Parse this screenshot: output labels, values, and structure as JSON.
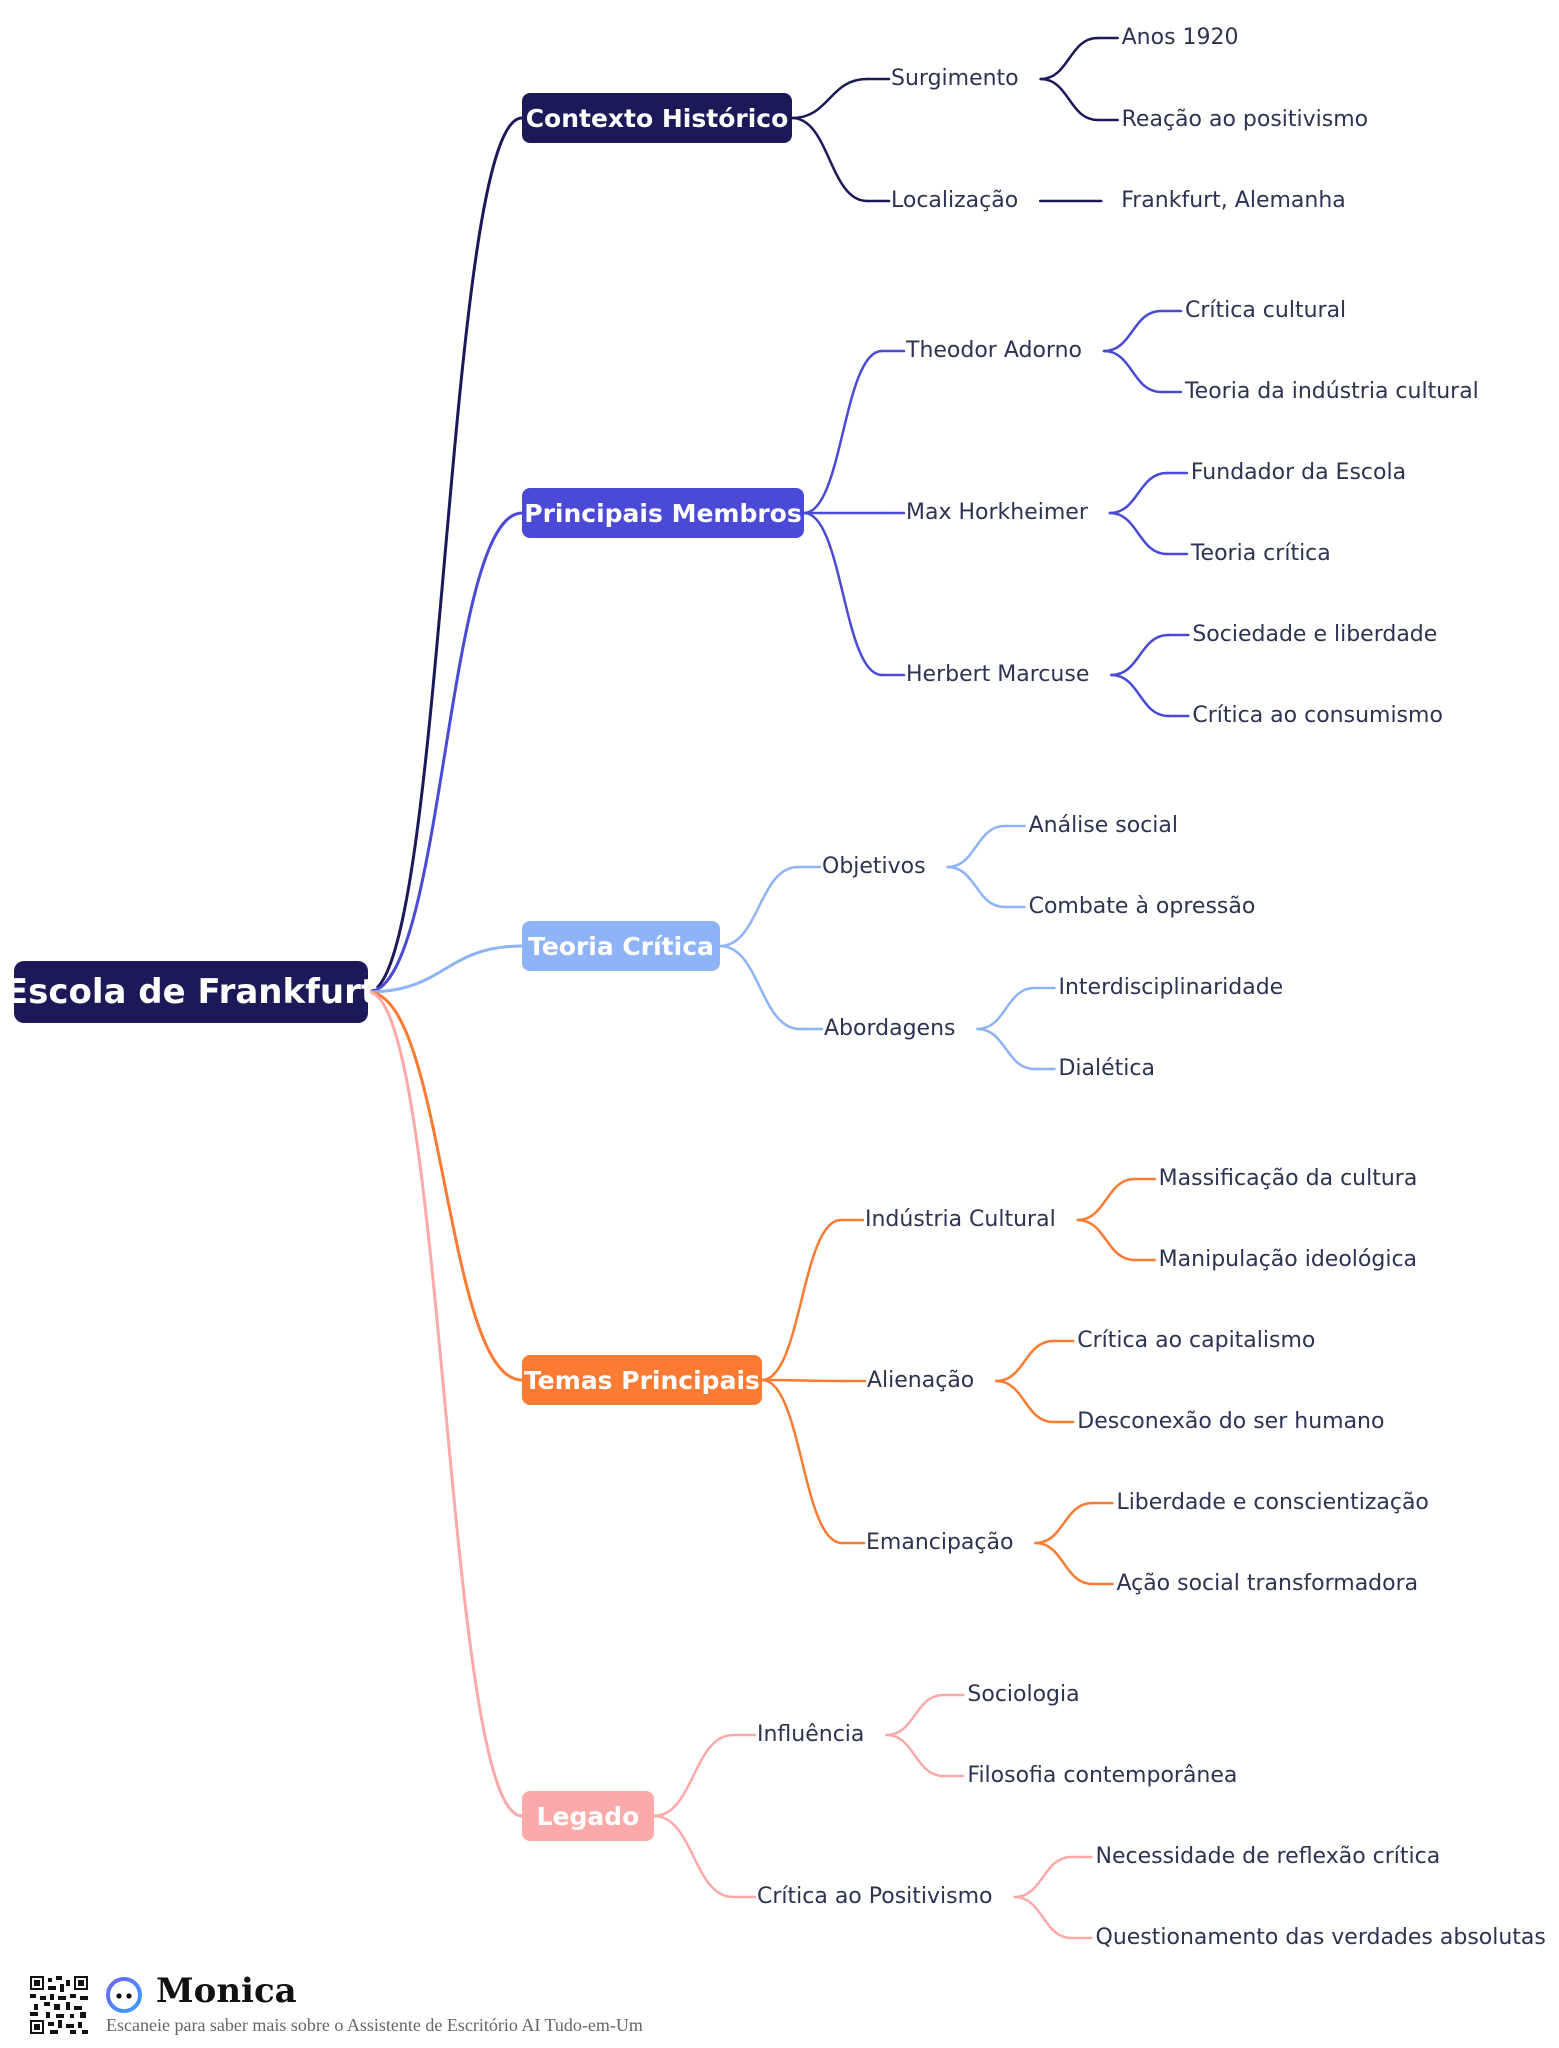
{
  "root": {
    "label": "Escola de Frankfurt",
    "color": "#1b1957"
  },
  "branches": [
    {
      "label": "Contexto Histórico",
      "color": "#1b1957",
      "children": [
        {
          "label": "Surgimento",
          "children": [
            "Anos 1920",
            "Reação ao positivismo"
          ]
        },
        {
          "label": "Localização",
          "children": [
            "Frankfurt, Alemanha"
          ]
        }
      ]
    },
    {
      "label": "Principais Membros",
      "color": "#4a4ad6",
      "children": [
        {
          "label": "Theodor Adorno",
          "children": [
            "Crítica cultural",
            "Teoria da indústria cultural"
          ]
        },
        {
          "label": "Max Horkheimer",
          "children": [
            "Fundador da Escola",
            "Teoria crítica"
          ]
        },
        {
          "label": "Herbert Marcuse",
          "children": [
            "Sociedade e liberdade",
            "Crítica ao consumismo"
          ]
        }
      ]
    },
    {
      "label": "Teoria Crítica",
      "color": "#8fb3f7",
      "children": [
        {
          "label": "Objetivos",
          "children": [
            "Análise social",
            "Combate à opressão"
          ]
        },
        {
          "label": "Abordagens",
          "children": [
            "Interdisciplinaridade",
            "Dialética"
          ]
        }
      ]
    },
    {
      "label": "Temas Principais",
      "color": "#fb7b32",
      "children": [
        {
          "label": "Indústria Cultural",
          "children": [
            "Massificação da cultura",
            "Manipulação ideológica"
          ]
        },
        {
          "label": "Alienação",
          "children": [
            "Crítica ao capitalismo",
            "Desconexão do ser humano"
          ]
        },
        {
          "label": "Emancipação",
          "children": [
            "Liberdade e conscientização",
            "Ação social transformadora"
          ]
        }
      ]
    },
    {
      "label": "Legado",
      "color": "#fbaaa9",
      "children": [
        {
          "label": "Influência",
          "children": [
            "Sociologia",
            "Filosofia contemporânea"
          ]
        },
        {
          "label": "Crítica ao Positivismo",
          "children": [
            "Necessidade de reflexão crítica",
            "Questionamento das verdades absolutas"
          ]
        }
      ]
    }
  ],
  "footer": {
    "brand": "Monica",
    "tagline": "Escaneie para saber mais sobre o Assistente de Escritório AI Tudo-em-Um",
    "qr_icon": "qr-code-icon",
    "logo_icon": "monica-logo-icon"
  }
}
